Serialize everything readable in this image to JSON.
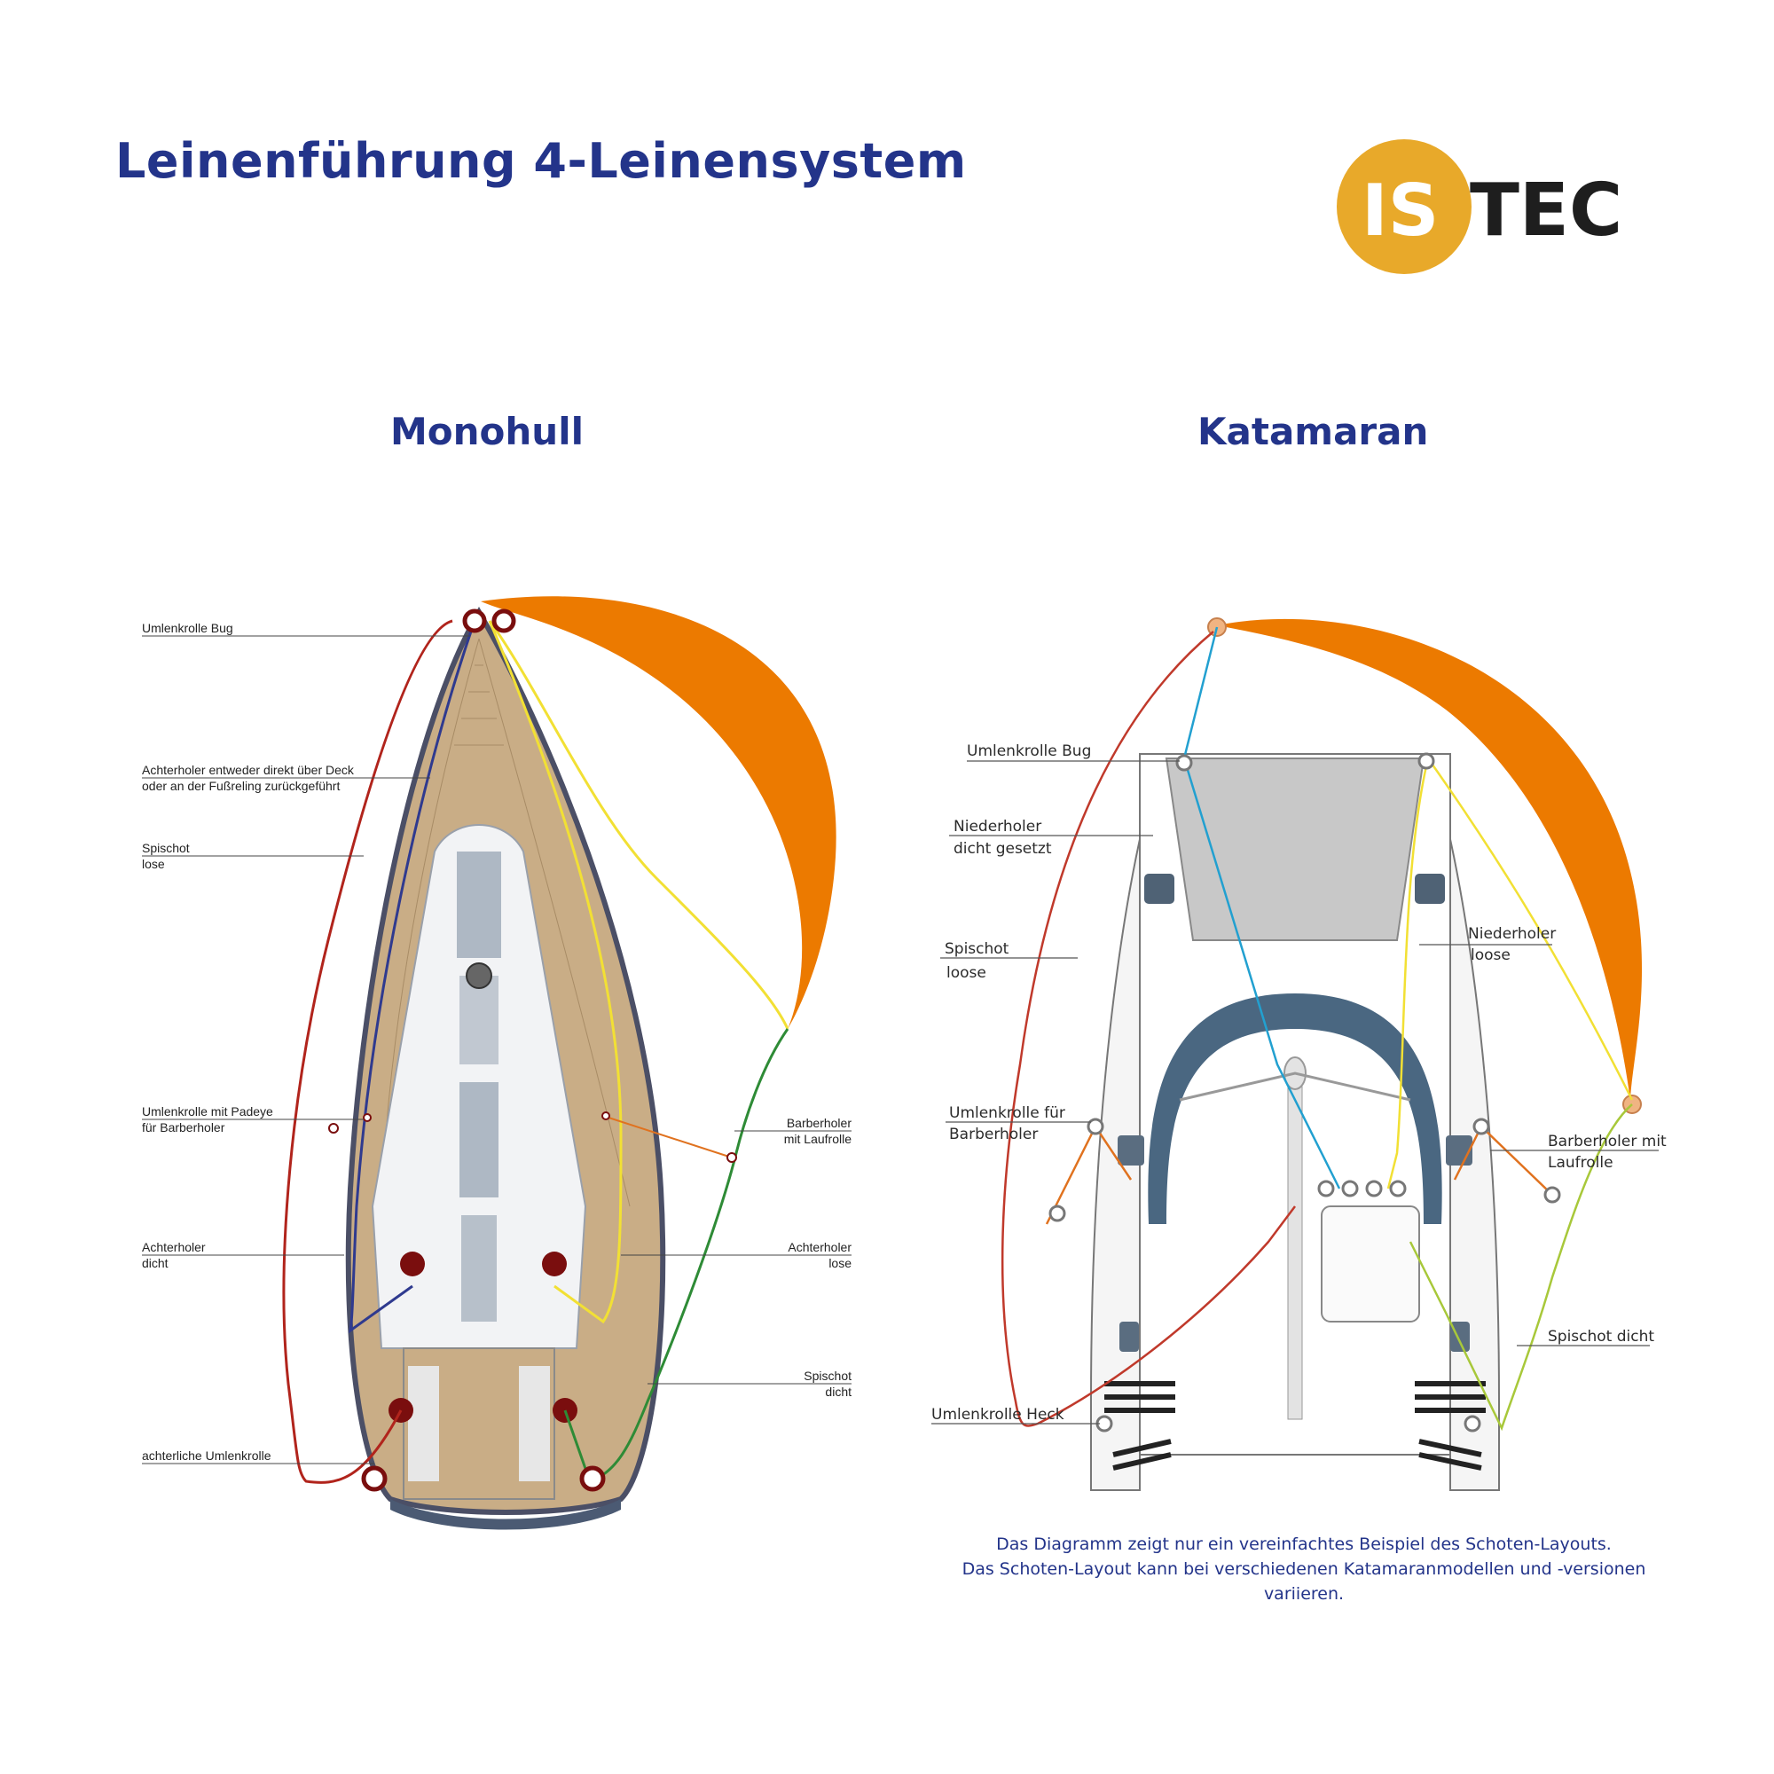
{
  "header": {
    "title": "Leinenführung 4-Leinensystem",
    "logo": {
      "part1": "IS",
      "part2": "TEC",
      "circle_color": "#e8a92a",
      "text_color": "#1e1e1e"
    }
  },
  "monohull": {
    "title": "Monohull",
    "labels": {
      "bow_block": "Umlenkrolle Bug",
      "tack_line_1": "Achterholer entweder direkt über Deck",
      "tack_line_2": "oder an der Fußreling zurückgeführt",
      "spisheet_loose_1": "Spischot",
      "spisheet_loose_2": "lose",
      "padeye_1": "Umlenkrolle mit Padeye",
      "padeye_2": "für Barberholer",
      "guy_tight_1": "Achterholer",
      "guy_tight_2": "dicht",
      "stern_block": "achterliche Umlenkrolle",
      "barber_1": "Barberholer",
      "barber_2": "mit Laufrolle",
      "guy_loose_1": "Achterholer",
      "guy_loose_2": "lose",
      "spisheet_tight_1": "Spischot",
      "spisheet_tight_2": "dicht"
    }
  },
  "catamaran": {
    "title": "Katamaran",
    "labels": {
      "bow_block": "Umlenkrolle Bug",
      "downhaul_tight_1": "Niederholer",
      "downhaul_tight_2": "dicht gesetzt",
      "spisheet_loose_1": "Spischot",
      "spisheet_loose_2": "loose",
      "barber_block_1": "Umlenkrolle für",
      "barber_block_2": "Barberholer",
      "stern_block": "Umlenkrolle Heck",
      "downhaul_loose_1": "Niederholer",
      "downhaul_loose_2": "loose",
      "barber_1": "Barberholer mit",
      "barber_2": "Laufrolle",
      "spisheet_tight": "Spischot dicht"
    },
    "note": [
      "Das Diagramm zeigt nur ein vereinfachtes Beispiel des Schoten-Layouts.",
      "Das Schoten-Layout kann bei verschiedenen Katamaranmodellen und -versionen",
      "variieren."
    ]
  },
  "colors": {
    "title": "#23348a",
    "sail": "#ec7a00",
    "deck": "#c9ad86",
    "line_red": "#b1241c",
    "line_blue": "#2f3a8f",
    "line_yellow": "#f2e034",
    "line_green": "#2e8b36",
    "line_orange": "#e0721f",
    "line_cyan": "#22a0d0",
    "line_lime": "#a8c83a"
  }
}
